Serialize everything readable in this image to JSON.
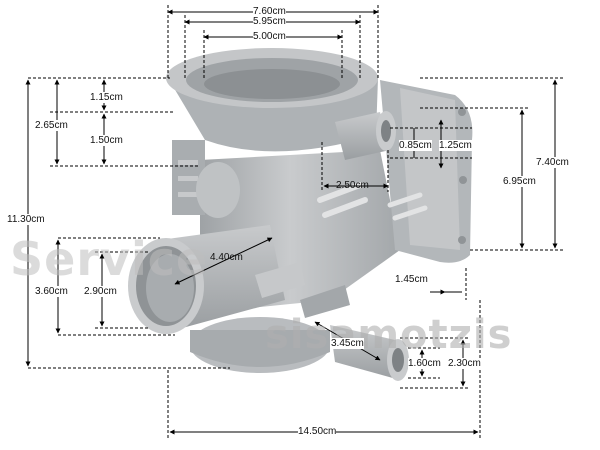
{
  "watermark": {
    "line1": "Service",
    "line2": "sisamotzis"
  },
  "dimensions": {
    "top_outer_diameter": "7.60cm",
    "top_middle_diameter": "5.95cm",
    "top_inner_diameter": "5.00cm",
    "rim_height": "1.15cm",
    "collar_height": "2.65cm",
    "ring_step": "1.50cm",
    "total_height": "11.30cm",
    "small_spout_diameter": "0.85cm",
    "small_spout_outer": "1.25cm",
    "small_spout_length": "2.50cm",
    "right_housing_height": "7.40cm",
    "right_housing_inner": "6.95cm",
    "outlet_depth": "4.40cm",
    "outlet_outer_diameter": "3.60cm",
    "outlet_inner_diameter": "2.90cm",
    "flange_offset": "1.45cm",
    "lower_spout_length": "3.45cm",
    "lower_spout_inner": "1.60cm",
    "lower_spout_outer": "2.30cm",
    "total_width": "14.50cm"
  },
  "colors": {
    "part": "#b8bcbf",
    "part_dark": "#8f9396",
    "part_light": "#d6d8da",
    "line": "#000000"
  }
}
